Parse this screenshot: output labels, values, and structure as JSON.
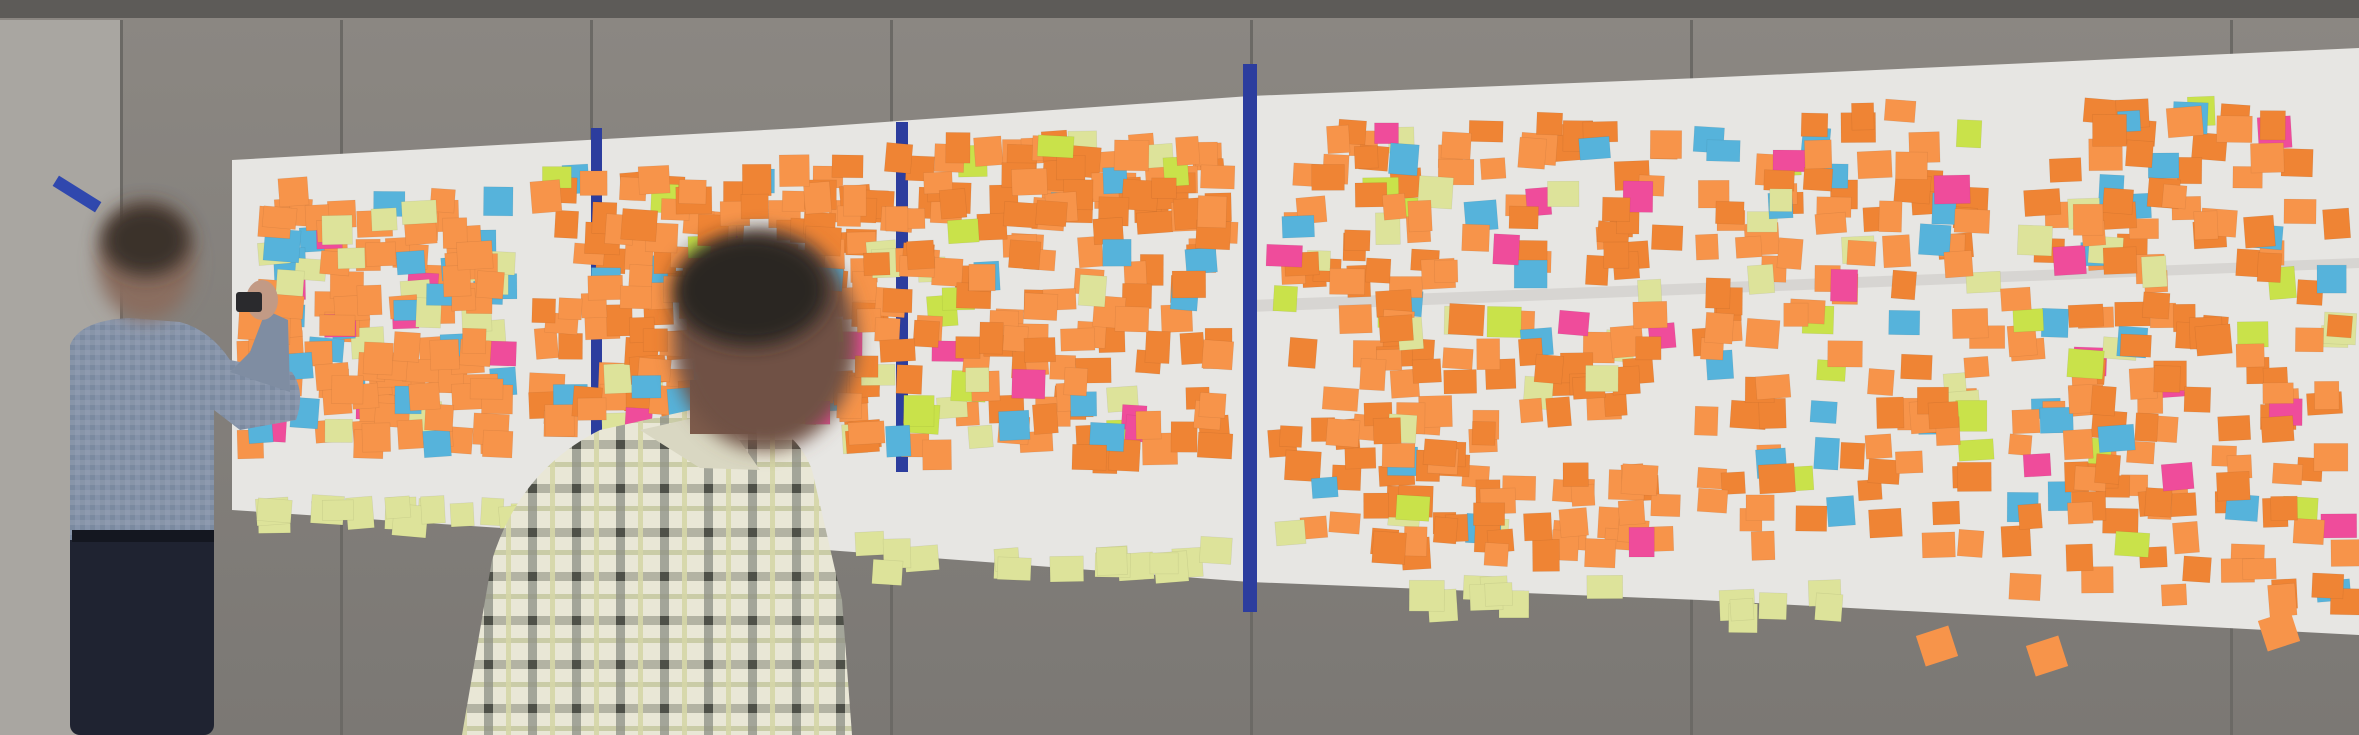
{
  "scene": {
    "kind": "photo",
    "colors": {
      "wall": "#8d8984",
      "wall_dark": "#6f6c68",
      "ceiling": "#5e5c59",
      "paper": "#e6e5e2",
      "paper_shadow": "#cfcdca",
      "tape": "#2a3b9a",
      "note_orange": "#f7944a",
      "note_orange_dark": "#ef8434",
      "note_yellow": "#dde39a",
      "note_blue": "#56b3db",
      "note_pink": "#ef4c9b",
      "note_lime": "#c9e24a",
      "shirt_left": "#7e8da3",
      "pants": "#1e2230",
      "skin": "#b68a72",
      "hair": "#2b2522",
      "plaid_light": "#e7e5cf",
      "plaid_dark": "#6b6e64"
    },
    "people": [
      {
        "name": "person-photographing",
        "description_icon": "person-icon"
      },
      {
        "name": "person-foreground-plaid",
        "description_icon": "person-icon"
      }
    ],
    "objects": [
      "sticky-note-wall",
      "paper-roll",
      "blue-tape-strip",
      "phone-camera"
    ]
  }
}
